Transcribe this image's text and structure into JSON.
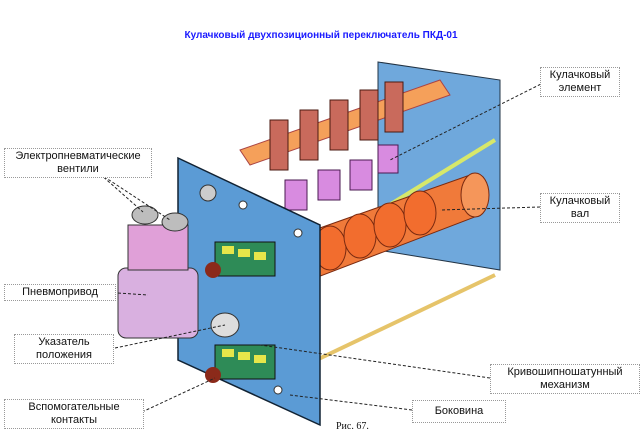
{
  "title": "Кулачковый двухпозиционный переключатель ПКД-01",
  "caption": "Рис. 67.",
  "labels": {
    "valves": "Электропневматические вентили",
    "pneumo": "Пневмопривод",
    "indicator": "Указатель положения",
    "aux_contacts": "Вспомогательные контакты",
    "cam_element": "Кулачковый элемент",
    "cam_shaft": "Кулачковый вал",
    "crank": "Кривошипношатунный механизм",
    "side": "Боковина"
  },
  "colors": {
    "plate": "#5b9bd5",
    "shaft": "#f07a3a",
    "cam": "#c6569f",
    "title": "#1a1aff"
  }
}
